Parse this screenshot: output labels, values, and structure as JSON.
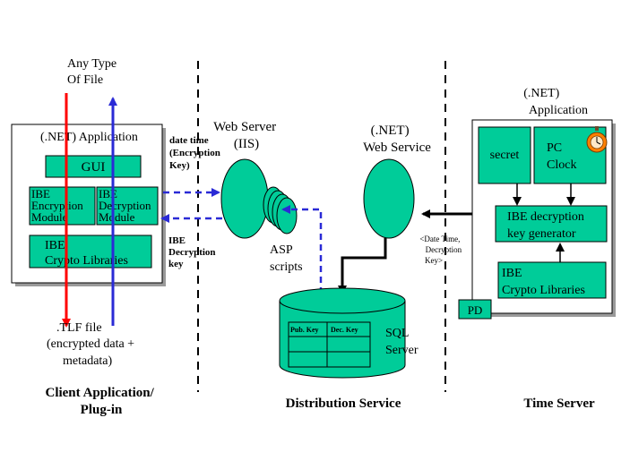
{
  "client": {
    "input_label": [
      "Any Type",
      "Of  File"
    ],
    "app_title": "(.NET) Application",
    "gui": "GUI",
    "enc_module": [
      "IBE",
      "Encryption",
      "Module"
    ],
    "dec_module": [
      "IBE",
      "Decryption",
      "Module"
    ],
    "crypto_libs": [
      "IBE",
      "Crypto Libraries"
    ],
    "output_label": [
      ".TLF file",
      "(encrypted data +",
      "metadata)"
    ],
    "section_title": [
      "Client Application/",
      "Plug-in"
    ]
  },
  "messages": {
    "request": [
      "date time",
      "(Encryption",
      "Key)"
    ],
    "response": [
      "IBE",
      "Decryption",
      "key"
    ]
  },
  "distribution": {
    "web_server": [
      "Web Server",
      "(IIS)"
    ],
    "asp": [
      "ASP",
      "scripts"
    ],
    "web_service": [
      "(.NET)",
      "Web Service"
    ],
    "db_headers": [
      "Pub. Key",
      "Dec. Key"
    ],
    "sql": [
      "SQL",
      "Server"
    ],
    "section_title": "Distribution Service",
    "time_msg": [
      "<Date Time,",
      "Decryption",
      "Key>"
    ]
  },
  "time_server": {
    "app_title": [
      "(.NET)",
      "Application"
    ],
    "secret": "secret",
    "clock": [
      "PC",
      "Clock"
    ],
    "keygen": [
      "IBE decryption",
      "key generator"
    ],
    "crypto_libs": [
      "IBE",
      "Crypto Libraries"
    ],
    "pd": "PD",
    "section_title": "Time Server"
  },
  "colors": {
    "box_green": "#00cc99",
    "arrow_red": "#ff0000",
    "arrow_blue": "#2a2ad6",
    "stopwatch": "#ff8000"
  }
}
